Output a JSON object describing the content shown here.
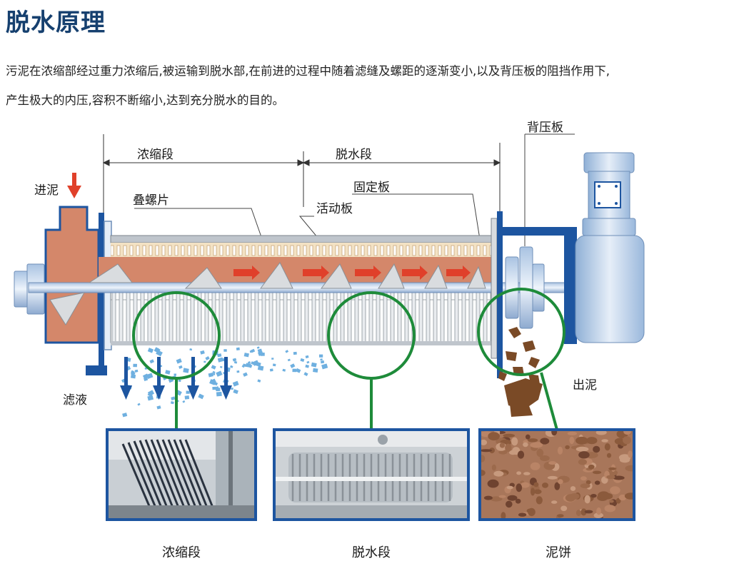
{
  "title": "脱水原理",
  "description": {
    "line1": "污泥在浓缩部经过重力浓缩后,被运输到脱水部,在前进的过程中随着滤缝及螺距的逐渐变小,以及背压板的阻挡作用下,",
    "line2": "产生极大的内压,容积不断缩小,达到充分脱水的目的。"
  },
  "labels": {
    "thickening_section": "浓缩段",
    "dewatering_section": "脱水段",
    "back_pressure_plate": "背压板",
    "fixed_plate": "固定板",
    "stacked_spiral": "叠螺片",
    "moving_plate": "活动板",
    "sludge_inlet": "进泥",
    "filtrate": "滤液",
    "sludge_outlet": "出泥"
  },
  "captions": {
    "photo1": "浓缩段",
    "photo2": "脱水段",
    "photo3": "泥饼"
  },
  "colors": {
    "title": "#16406f",
    "frame": "#1d55a0",
    "sludge": "#d4876a",
    "arrow": "#e0402a",
    "filtrate": "#6fb0e0",
    "zoom_ring": "#1e8b3a",
    "cake": "#7a4a26"
  }
}
